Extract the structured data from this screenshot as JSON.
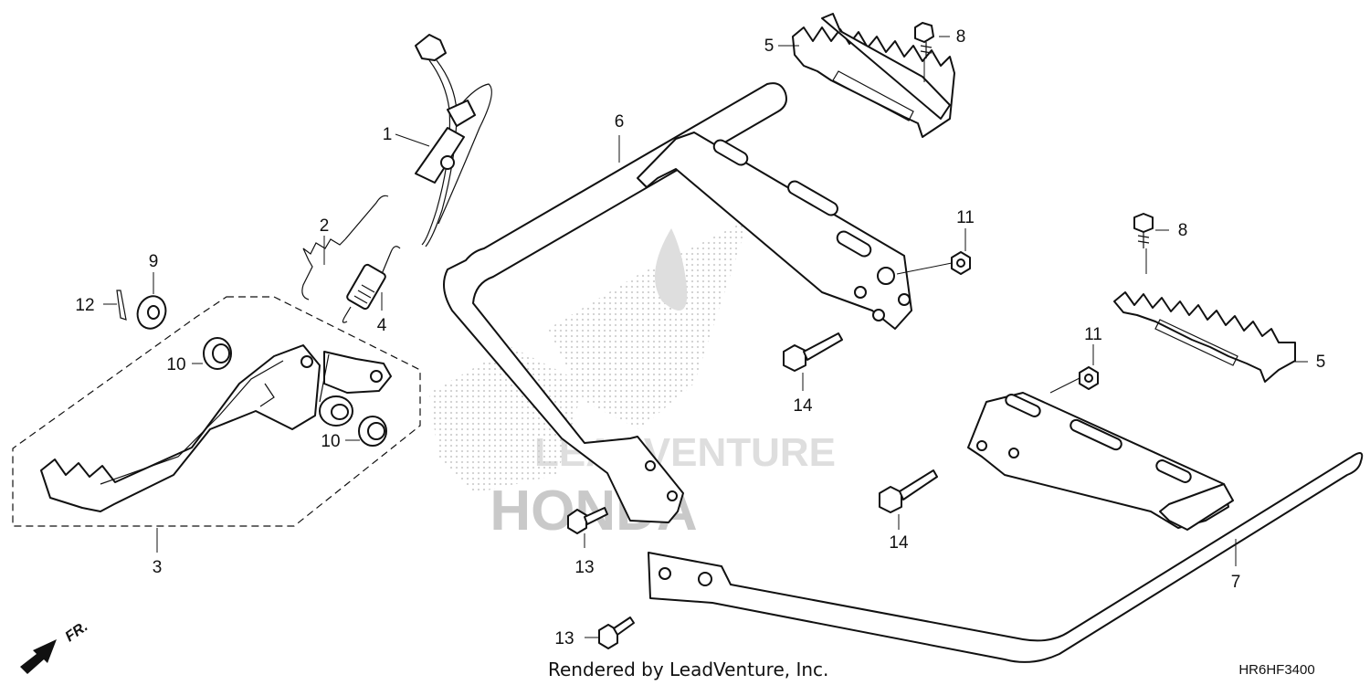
{
  "callouts": [
    {
      "id": "1",
      "text": "1"
    },
    {
      "id": "2",
      "text": "2"
    },
    {
      "id": "3",
      "text": "3"
    },
    {
      "id": "4",
      "text": "4"
    },
    {
      "id": "5a",
      "text": "5"
    },
    {
      "id": "5b",
      "text": "5"
    },
    {
      "id": "6",
      "text": "6"
    },
    {
      "id": "7",
      "text": "7"
    },
    {
      "id": "8a",
      "text": "8"
    },
    {
      "id": "8b",
      "text": "8"
    },
    {
      "id": "9",
      "text": "9"
    },
    {
      "id": "10a",
      "text": "10"
    },
    {
      "id": "10b",
      "text": "10"
    },
    {
      "id": "11a",
      "text": "11"
    },
    {
      "id": "11b",
      "text": "11"
    },
    {
      "id": "12",
      "text": "12"
    },
    {
      "id": "13a",
      "text": "13"
    },
    {
      "id": "13b",
      "text": "13"
    },
    {
      "id": "14a",
      "text": "14"
    },
    {
      "id": "14b",
      "text": "14"
    }
  ],
  "direction_marker": "FR.",
  "footer_credit": "Rendered by LeadVenture, Inc.",
  "diagram_code": "HR6HF3400",
  "watermark_brand": "HONDA",
  "watermark_company": "LEADVENTURE"
}
